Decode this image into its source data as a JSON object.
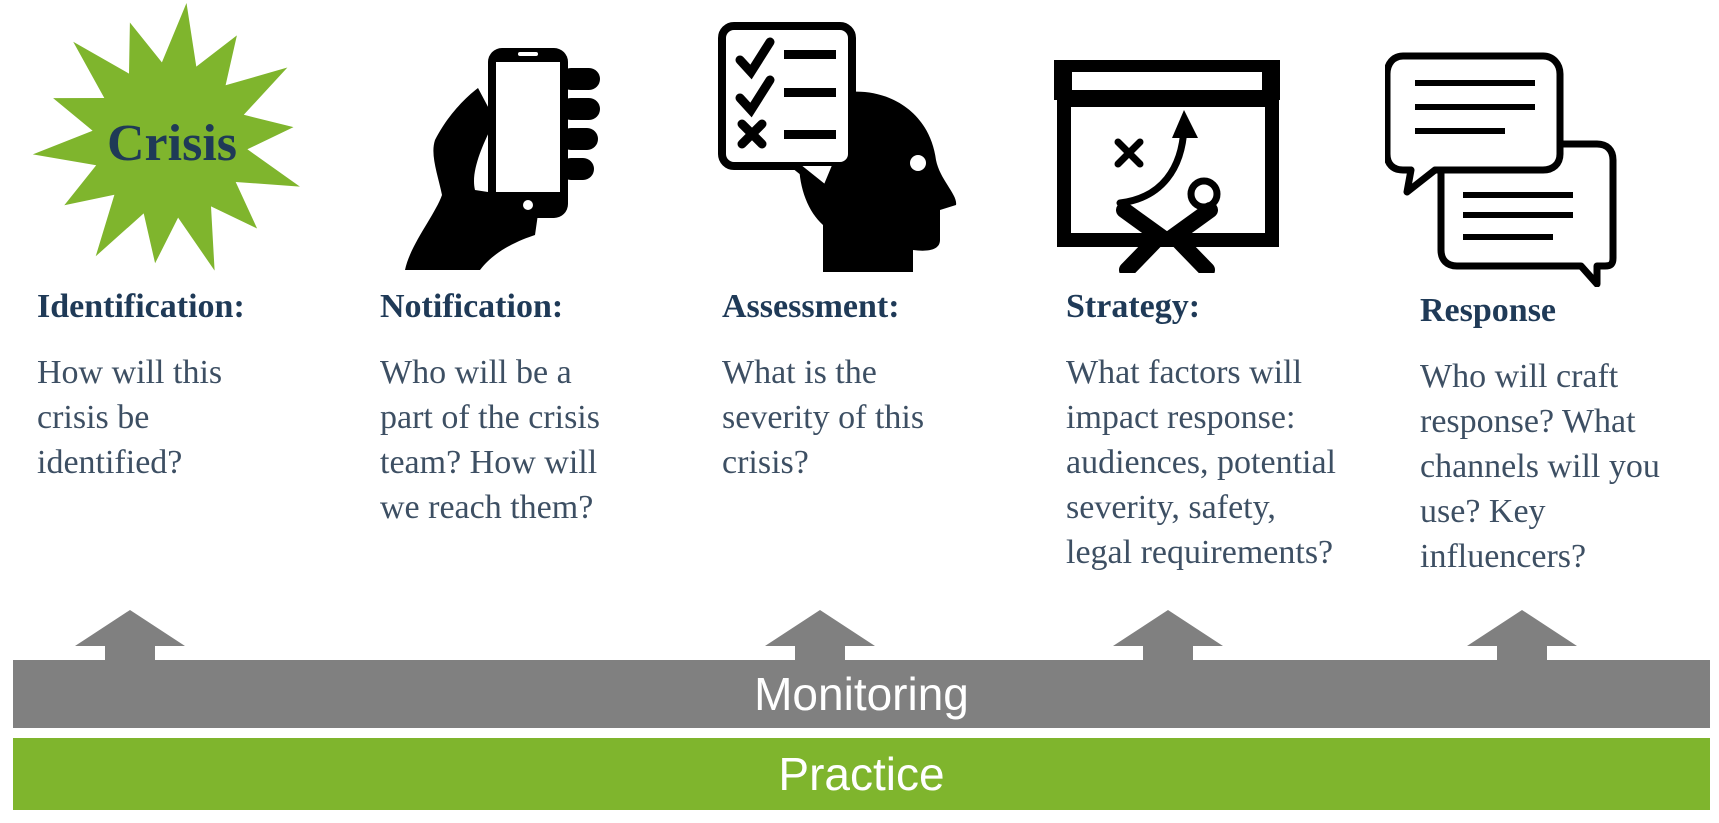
{
  "colors": {
    "heading": "#1f3a57",
    "body_text": "#3d4f63",
    "green": "#7fb52d",
    "gray": "#808080",
    "icon": "#000000"
  },
  "steps": [
    {
      "heading": "Identification:",
      "text": "How will this\ncrisis be\nidentified?",
      "icon": "starburst-icon",
      "icon_label": "Crisis"
    },
    {
      "heading": "Notification:",
      "text": "Who will be a\npart of the crisis\nteam?  How will\nwe reach them?",
      "icon": "hand-phone-icon"
    },
    {
      "heading": "Assessment:",
      "text": "What is the\nseverity of this\ncrisis?",
      "icon": "head-checklist-icon"
    },
    {
      "heading": "Strategy:",
      "text": "What factors will\nimpact response:\naudiences, potential\nseverity, safety,\nlegal requirements?",
      "icon": "strategy-board-icon"
    },
    {
      "heading": "Response",
      "text": "Who will craft\nresponse? What\nchannels will you\nuse?  Key\ninfluencers?",
      "icon": "chat-bubbles-icon"
    }
  ],
  "bars": {
    "monitoring": "Monitoring",
    "practice": "Practice"
  }
}
